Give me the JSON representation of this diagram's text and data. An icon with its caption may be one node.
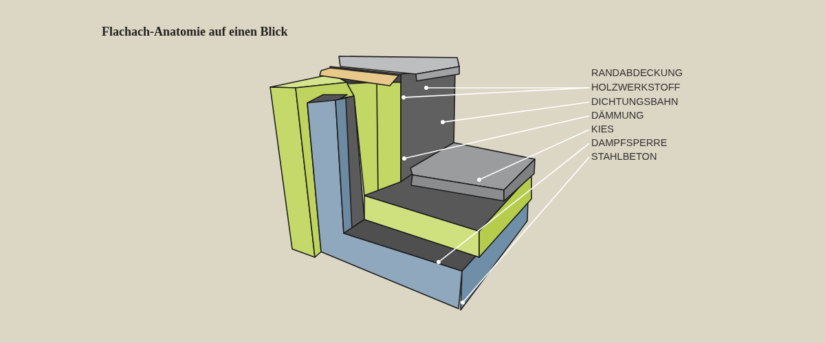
{
  "diagram": {
    "title": "Flachach-Anatomie auf einen Blick",
    "nodes": [
      {
        "text": [
          "RANDABDECKUNG"
        ]
      },
      {
        "text": [
          "HOLZWERKSTOFF"
        ]
      },
      {
        "text": [
          "DICHTUNGSBAHN"
        ]
      },
      {
        "text": [
          "DÄMMUNG"
        ]
      },
      {
        "text": [
          "KIES"
        ]
      },
      {
        "text": [
          "DAMPFSPERRE"
        ]
      },
      {
        "text": [
          "STAHLBETON"
        ]
      },
      {
        "text": [],
        "shape": "circle"
      },
      {
        "text": [],
        "shape": "circle"
      },
      {
        "text": [],
        "shape": "circle"
      },
      {
        "text": [],
        "shape": "circle"
      },
      {
        "text": [],
        "shape": "circle"
      },
      {
        "text": [],
        "shape": "circle"
      },
      {
        "text": [],
        "shape": "circle"
      }
    ],
    "edges": [
      {
        "from": 1,
        "to": 7,
        "arrow": "none"
      },
      {
        "from": 1,
        "to": 8,
        "arrow": "none"
      },
      {
        "from": 2,
        "to": 9,
        "arrow": "none"
      },
      {
        "from": 3,
        "to": 10,
        "arrow": "none"
      },
      {
        "from": 4,
        "to": 11,
        "arrow": "none"
      },
      {
        "from": 5,
        "to": 12,
        "arrow": "none"
      },
      {
        "from": 6,
        "to": 13,
        "arrow": "none"
      }
    ]
  }
}
